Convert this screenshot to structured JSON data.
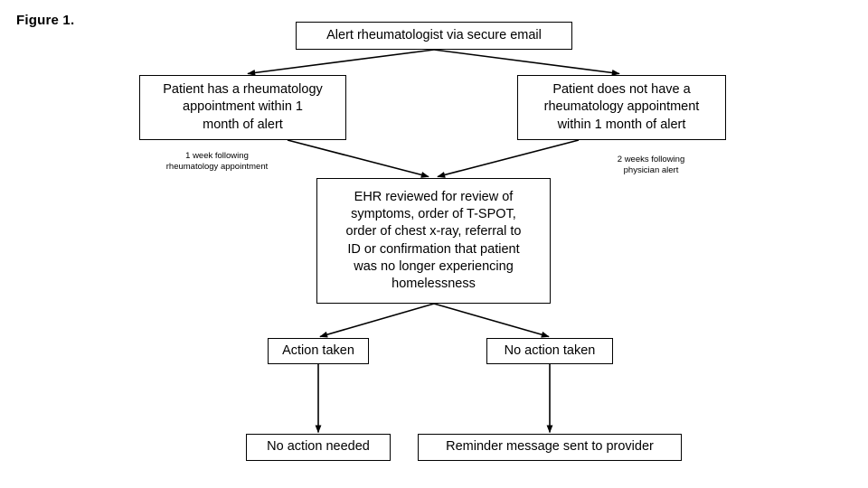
{
  "figure": {
    "label": "Figure 1."
  },
  "diagram": {
    "type": "flowchart",
    "background_color": "#ffffff",
    "line_color": "#000000",
    "nodes": [
      {
        "id": "alert",
        "text": "Alert rheumatologist via secure email"
      },
      {
        "id": "has_appointment",
        "text": "Patient has a rheumatology\nappointment within 1\nmonth of alert"
      },
      {
        "id": "no_appointment",
        "text": "Patient does not have a\nrheumatology appointment\nwithin 1 month of alert"
      },
      {
        "id": "ehr_review",
        "text": "EHR reviewed for review of\nsymptoms, order of T-SPOT,\norder of chest x-ray, referral to\nID or confirmation that patient\nwas no longer experiencing\nhomelessness"
      },
      {
        "id": "action_taken",
        "text": "Action taken"
      },
      {
        "id": "no_action_taken",
        "text": "No action taken"
      },
      {
        "id": "no_action_needed",
        "text": "No action needed"
      },
      {
        "id": "reminder_message",
        "text": "Reminder message sent to provider"
      }
    ],
    "edge_labels": [
      {
        "id": "one_week",
        "text": "1 week following\nrheumatology appointment"
      },
      {
        "id": "two_weeks",
        "text": "2 weeks following\nphysician alert"
      }
    ],
    "edges": [
      {
        "from": "alert",
        "to": "has_appointment",
        "label": ""
      },
      {
        "from": "alert",
        "to": "no_appointment",
        "label": ""
      },
      {
        "from": "has_appointment",
        "to": "ehr_review",
        "label": "1 week following rheumatology appointment"
      },
      {
        "from": "no_appointment",
        "to": "ehr_review",
        "label": "2 weeks following physician alert"
      },
      {
        "from": "ehr_review",
        "to": "action_taken",
        "label": ""
      },
      {
        "from": "ehr_review",
        "to": "no_action_taken",
        "label": ""
      },
      {
        "from": "action_taken",
        "to": "no_action_needed",
        "label": ""
      },
      {
        "from": "no_action_taken",
        "to": "reminder_message",
        "label": ""
      }
    ]
  }
}
